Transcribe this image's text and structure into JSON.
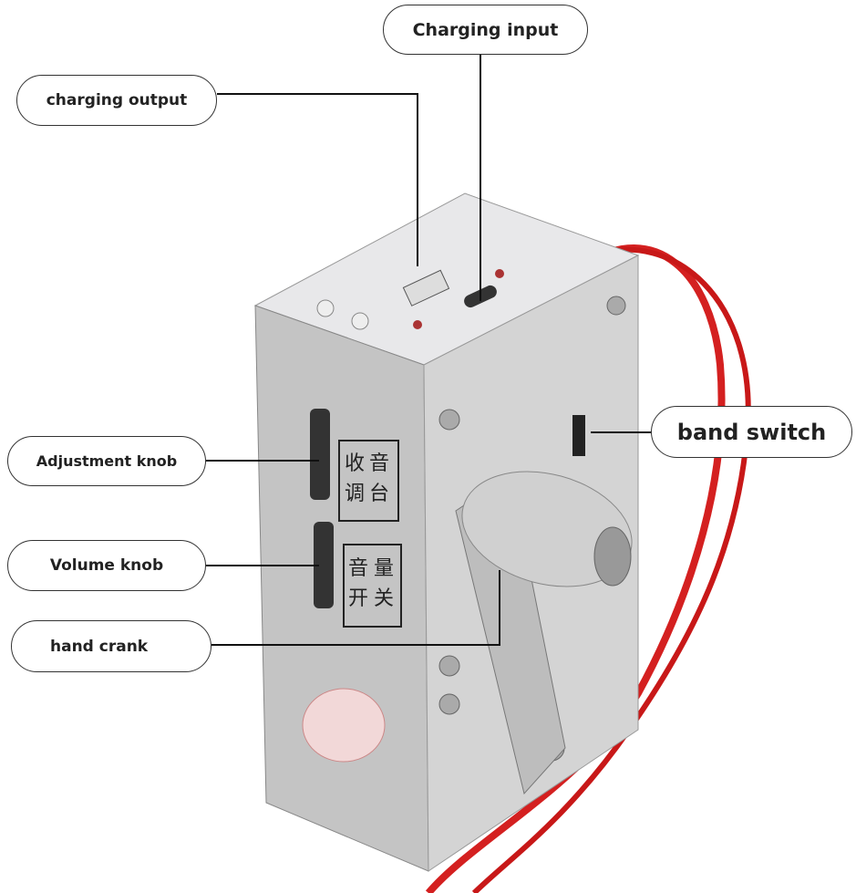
{
  "labels": {
    "charging_input": "Charging input",
    "charging_output": "charging output",
    "band_switch": "band switch",
    "adjustment_knob": "Adjustment knob",
    "volume_knob": "Volume knob",
    "hand_crank": "hand crank"
  },
  "device_markings": {
    "tuning_box": [
      "收",
      "音",
      "调",
      "台"
    ],
    "volume_box": [
      "音",
      "量",
      "开",
      "关"
    ]
  },
  "colors": {
    "cord": "#d42020",
    "body": "#c9c9c9",
    "background": "#ffffff"
  }
}
